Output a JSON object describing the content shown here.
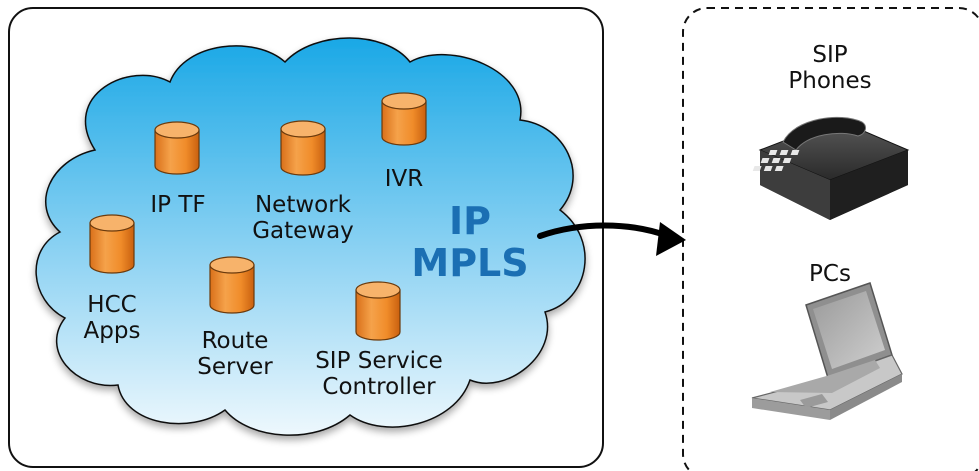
{
  "network": {
    "cloud_label": [
      "IP",
      "MPLS"
    ],
    "nodes": [
      {
        "id": "ip-tf",
        "lines": [
          "IP TF"
        ]
      },
      {
        "id": "network-gateway",
        "lines": [
          "Network",
          "Gateway"
        ]
      },
      {
        "id": "ivr",
        "lines": [
          "IVR"
        ]
      },
      {
        "id": "hcc-apps",
        "lines": [
          "HCC",
          "Apps"
        ]
      },
      {
        "id": "route-server",
        "lines": [
          "Route",
          "Server"
        ]
      },
      {
        "id": "sip-service-controller",
        "lines": [
          "SIP Service",
          "Controller"
        ]
      }
    ]
  },
  "endpoints": {
    "sip_phones": [
      "SIP",
      "Phones"
    ],
    "pcs": [
      "PCs"
    ]
  },
  "colors": {
    "cloud_top": "#1aa8e6",
    "cloud_bottom": "#e8f6fd",
    "database": "#f08c2a",
    "mpls_text": "#1b6fb3",
    "border": "#111111"
  }
}
